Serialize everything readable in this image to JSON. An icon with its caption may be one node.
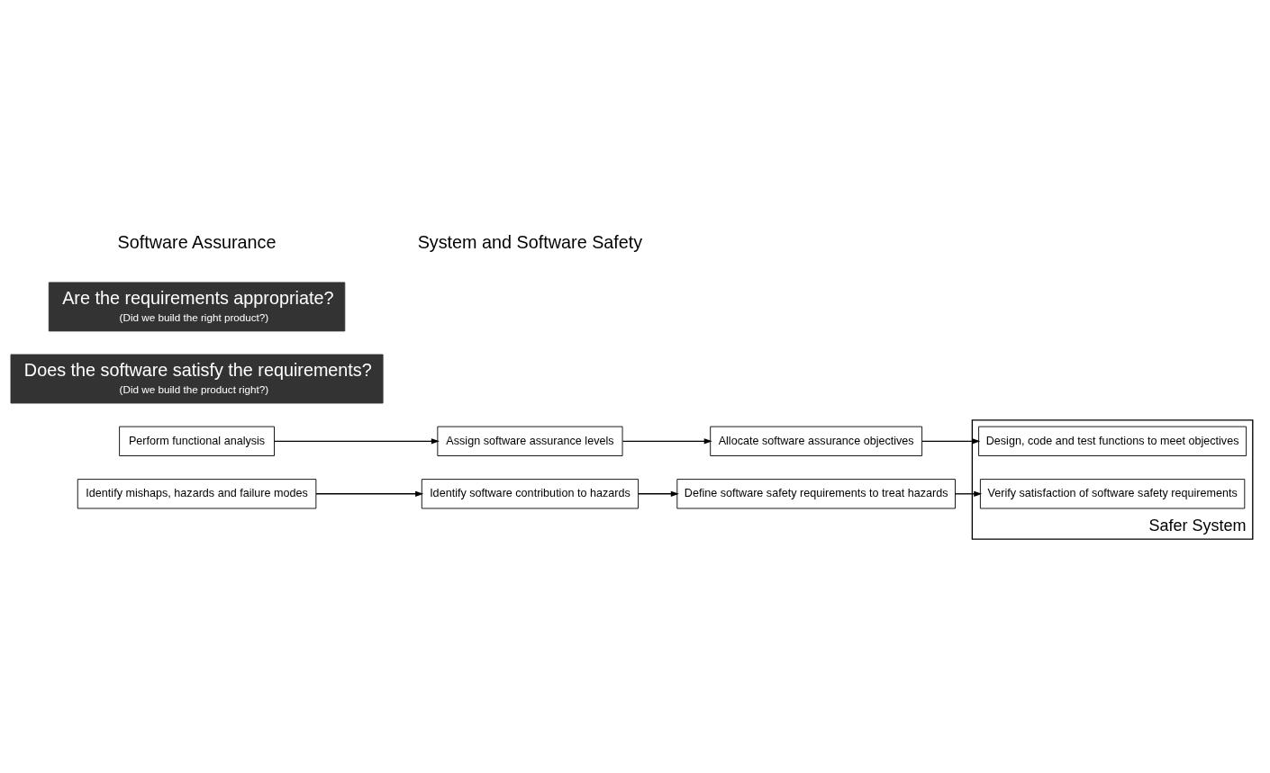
{
  "diagram": {
    "nodes": [
      {
        "text": [
          "Perform functional analysis"
        ]
      },
      {
        "text": [
          "Does the software satisfy the requirements?",
          "(Did we build the product right?)"
        ]
      },
      {
        "text": [
          "Assign software assurance levels"
        ]
      },
      {
        "text": [
          "Allocate software assurance objectives"
        ]
      },
      {
        "text": [
          "Safer System"
        ]
      },
      {
        "text": [
          "Design, code and test functions to meet objectives"
        ],
        "in": 4
      },
      {
        "text": [
          "Verify satisfaction of software safety requirements"
        ],
        "in": 4
      },
      {
        "text": [
          "Define software safety requirements to treat hazards"
        ]
      },
      {
        "text": [
          "Identify software contribution to hazards"
        ]
      },
      {
        "text": [
          "Identify mishaps, hazards and failure modes"
        ]
      },
      {
        "text": [
          "Are the requirements appropriate?",
          "(Did we build the right product?)"
        ]
      }
    ],
    "edges": [
      {
        "from": 0,
        "to": 2,
        "arrow": "to"
      },
      {
        "from": 2,
        "to": 3,
        "arrow": "to"
      },
      {
        "from": 3,
        "to": 5,
        "arrow": "to"
      },
      {
        "from": 9,
        "to": 8,
        "arrow": "to"
      },
      {
        "from": 8,
        "to": 7,
        "arrow": "to"
      },
      {
        "from": 7,
        "to": 6,
        "arrow": "to"
      }
    ],
    "labels": [
      "Software Assurance",
      "System and Software Safety"
    ]
  }
}
